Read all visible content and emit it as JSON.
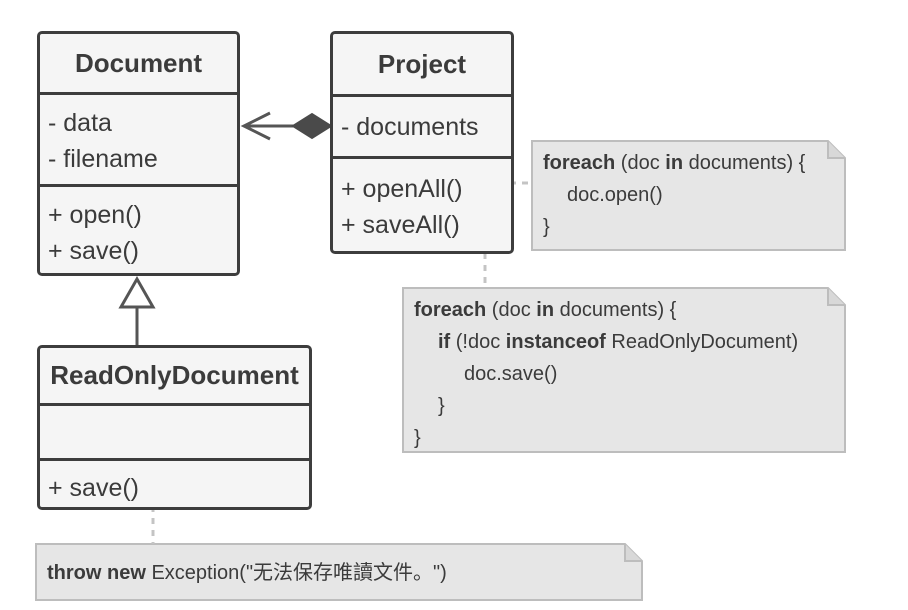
{
  "classes": {
    "document": {
      "name": "Document",
      "fields": [
        "- data",
        "- filename"
      ],
      "methods": [
        "+ open()",
        "+ save()"
      ]
    },
    "project": {
      "name": "Project",
      "fields": [
        "- documents"
      ],
      "methods": [
        "+ openAll()",
        "+ saveAll()"
      ]
    },
    "readonly": {
      "name": "ReadOnlyDocument",
      "methods": [
        "+ save()"
      ]
    }
  },
  "notes": {
    "openall": {
      "l1_kw": "foreach",
      "l1_a": " (doc ",
      "l1_kw2": "in",
      "l1_b": " documents) {",
      "l2": "doc.open()",
      "l3": "}"
    },
    "saveall": {
      "l1_kw": "foreach",
      "l1_a": " (doc ",
      "l1_kw2": "in",
      "l1_b": " documents) {",
      "l2_kw": "if",
      "l2_a": " (!doc ",
      "l2_kw2": "instanceof",
      "l2_b": " ReadOnlyDocument)",
      "l3": "doc.save()",
      "l4": "}",
      "l5": "}"
    },
    "readonly_save": {
      "kw": "throw new",
      "rest": " Exception(\"无法保存唯讀文件。\")"
    }
  },
  "colors": {
    "border": "#3d3d3d",
    "class_fill": "#f5f5f5",
    "note_fill": "#e6e6e6",
    "note_border": "#bdbdbd",
    "connector": "#555555",
    "dotted": "#c4c4c4"
  }
}
